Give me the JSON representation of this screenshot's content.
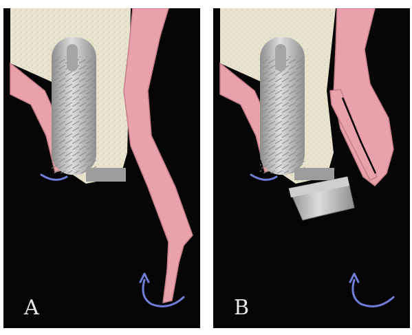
{
  "figure": {
    "panels": [
      {
        "label": "A",
        "view": "implant-flap-open"
      },
      {
        "label": "B",
        "view": "implant-with-abutment-flap-folded"
      }
    ]
  },
  "colors": {
    "background": "#050505",
    "bone": "#e7e3cf",
    "gingiva": "#e9a2ab",
    "gingiva_edge": "#c77e88",
    "implant": "#bcbcbc",
    "arrow": "#6f7fd8",
    "label": "#e8e8e8"
  },
  "icons": [
    "dental-implant-icon",
    "curved-arrow-icon",
    "curved-arrow-icon"
  ]
}
